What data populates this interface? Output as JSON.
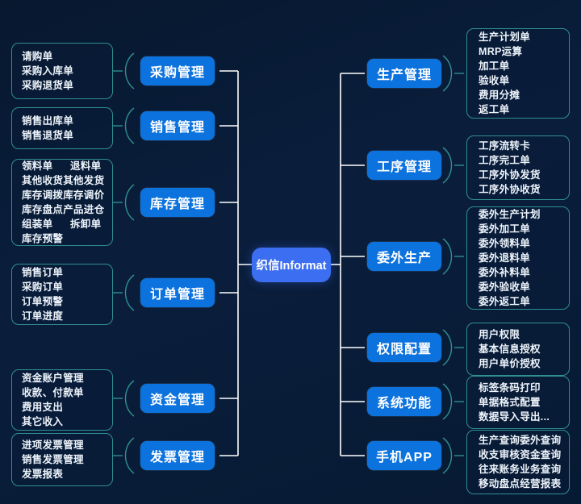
{
  "theme": {
    "background": "#071a35",
    "branch_color": "#0c72dd",
    "center_color": "#3b6ef0",
    "leaf_border": "#2f8f8f",
    "wire_color": "#ffffff",
    "brace_color": "#2f8f8f"
  },
  "center": {
    "label": "织信Informat"
  },
  "left_branches": [
    {
      "id": "purchase",
      "label": "采购管理",
      "leaf_lines": [
        "请购单",
        "采购入库单",
        "采购退货单"
      ]
    },
    {
      "id": "sales",
      "label": "销售管理",
      "leaf_lines": [
        "销售出库单",
        "销售退货单"
      ]
    },
    {
      "id": "inventory",
      "label": "库存管理",
      "leaf_lines": [
        [
          "领料单",
          "退料单"
        ],
        [
          "其他收货",
          "其他发货"
        ],
        [
          "库存调拨",
          "库存调价"
        ],
        [
          "库存盘点",
          "产品进仓"
        ],
        [
          "组装单",
          "拆卸单"
        ],
        [
          "库存预警",
          ""
        ]
      ],
      "two_column": true
    },
    {
      "id": "order",
      "label": "订单管理",
      "leaf_lines": [
        "销售订单",
        "采购订单",
        "订单预警",
        "订单进度"
      ]
    },
    {
      "id": "funds",
      "label": "资金管理",
      "leaf_lines": [
        "资金账户管理",
        "收款、付款单",
        "费用支出",
        "其它收入"
      ]
    },
    {
      "id": "invoice",
      "label": "发票管理",
      "leaf_lines": [
        "进项发票管理",
        "销售发票管理",
        "发票报表"
      ]
    }
  ],
  "right_branches": [
    {
      "id": "production",
      "label": "生产管理",
      "leaf_lines": [
        "生产计划单",
        "MRP运算",
        "加工单",
        "验收单",
        "费用分摊",
        "返工单"
      ]
    },
    {
      "id": "process",
      "label": "工序管理",
      "leaf_lines": [
        "工序流转卡",
        "工序完工单",
        "工序外协发货",
        "工序外协收货"
      ]
    },
    {
      "id": "outsourcing",
      "label": "委外生产",
      "leaf_lines": [
        "委外生产计划",
        "委外加工单",
        "委外领料单",
        "委外退料单",
        "委外补料单",
        "委外验收单",
        "委外返工单"
      ]
    },
    {
      "id": "permission",
      "label": "权限配置",
      "leaf_lines": [
        "用户权限",
        "基本信息授权",
        "用户单价授权"
      ]
    },
    {
      "id": "system",
      "label": "系统功能",
      "leaf_lines": [
        "标签条码打印",
        "单据格式配置",
        "数据导入导出..."
      ]
    },
    {
      "id": "mobile-app",
      "label": "手机APP",
      "leaf_lines": [
        [
          "生产查询",
          "委外查询"
        ],
        [
          "收支审核",
          "资金查询"
        ],
        [
          "往来账务",
          "业务查询"
        ],
        [
          "移动盘点",
          "经营报表"
        ]
      ],
      "two_column": true
    }
  ]
}
